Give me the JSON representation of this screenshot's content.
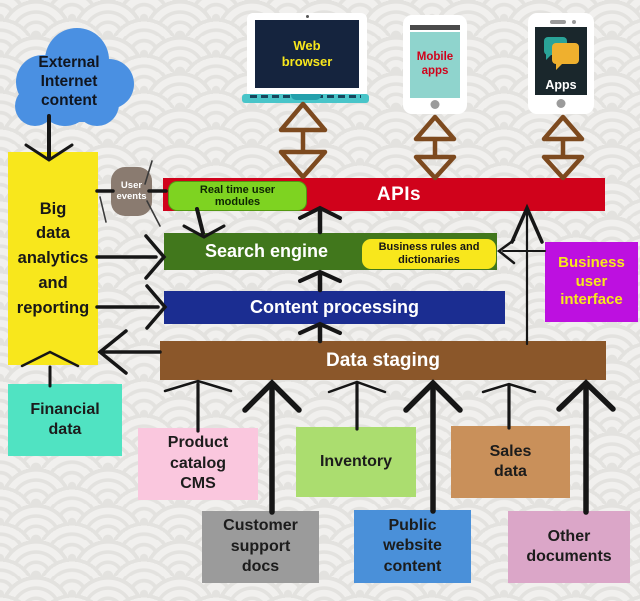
{
  "devices": {
    "web_browser": {
      "label": "Web\nbrowser"
    },
    "mobile_apps": {
      "label": "Mobile\napps"
    },
    "apps": {
      "label": "Apps"
    }
  },
  "nodes": {
    "external_content": {
      "label": "External\nInternet\ncontent"
    },
    "big_data": {
      "label": "Big\ndata\nanalytics\nand\nreporting"
    },
    "user_events": {
      "label": "User\nevents"
    },
    "realtime_modules": {
      "label": "Real time user\nmodules"
    },
    "apis": {
      "label": "APIs"
    },
    "search_engine": {
      "label": "Search engine"
    },
    "business_rules": {
      "label": "Business rules and\ndictionaries"
    },
    "content_processing": {
      "label": "Content processing"
    },
    "data_staging": {
      "label": "Data staging"
    },
    "business_ui": {
      "label": "Business\nuser\ninterface"
    }
  },
  "sources": {
    "financial": {
      "label": "Financial\ndata"
    },
    "product_catalog": {
      "label": "Product\ncatalog\nCMS"
    },
    "customer_support": {
      "label": "Customer\nsupport\ndocs"
    },
    "inventory": {
      "label": "Inventory"
    },
    "sales": {
      "label": "Sales\ndata"
    },
    "public_website": {
      "label": "Public\nwebsite\ncontent"
    },
    "other_documents": {
      "label": "Other\ndocuments"
    }
  },
  "palette": {
    "apis_red": "#d0021b",
    "yellow": "#f8e71c",
    "realtime_green": "#7ed321",
    "search_green": "#41771c",
    "content_navy": "#1b2d91",
    "staging_brown": "#8b572a",
    "bui_magenta": "#bd10e0",
    "cloud_blue": "#4a90e2",
    "financial_teal": "#50e3c2",
    "product_pink": "#fac7de",
    "customer_grey": "#9b9b9b",
    "inventory_green": "#abdd6f",
    "sales_tan": "#c9905a",
    "website_blue": "#4a90d9",
    "other_mauve": "#dba6c8",
    "device_arrow_brown": "#7d4a1f",
    "connector_black": "#161616",
    "user_events_grey": "#8a7b70"
  }
}
